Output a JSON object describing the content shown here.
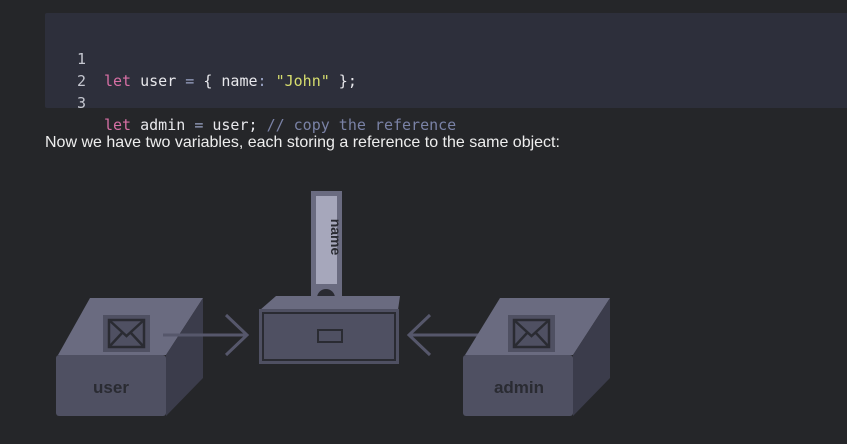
{
  "code": {
    "lines": [
      {
        "num": "1",
        "t1": "let",
        "t2": " user ",
        "t3": "=",
        "t4": " { ",
        "t5": "name",
        "t6": ":",
        "t7": " ",
        "t8": "\"John\"",
        "t9": " };"
      },
      {
        "num": "2"
      },
      {
        "num": "3",
        "t1": "let",
        "t2": " admin ",
        "t3": "=",
        "t4": " user; ",
        "t5": "// copy the reference"
      }
    ]
  },
  "paragraph": "Now we have two variables, each storing a reference to the same object:",
  "diagram": {
    "left_box_label": "user",
    "right_box_label": "admin",
    "cabinet_label": "name",
    "icons": {
      "left_envelope": "envelope-icon",
      "right_envelope": "envelope-icon"
    },
    "colors": {
      "box_fill": "#4f5062",
      "box_dark": "#3b3c4b",
      "box_light": "#6a6b80"
    }
  }
}
